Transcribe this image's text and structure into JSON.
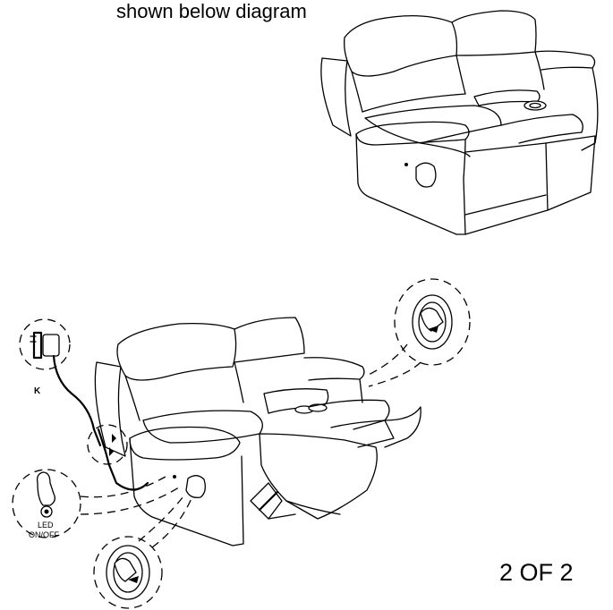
{
  "caption": "shown below diagram",
  "page_number": "2 OF 2",
  "labels": {
    "adapter": "K",
    "led_line1": "LED",
    "led_line2": "ON/OFF"
  }
}
